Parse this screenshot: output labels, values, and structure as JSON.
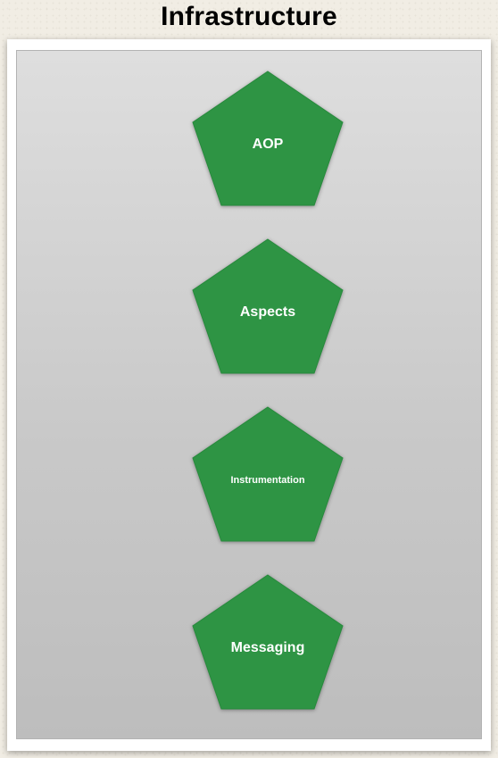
{
  "title": "Infrastructure",
  "colors": {
    "node_fill": "#2e9444",
    "node_label": "#ffffff",
    "panel_top": "#dedede",
    "panel_bottom": "#bdbdbd"
  },
  "shape": "pentagon",
  "nodes": [
    {
      "label": "AOP"
    },
    {
      "label": "Aspects"
    },
    {
      "label": "Instrumentation"
    },
    {
      "label": "Messaging"
    }
  ]
}
